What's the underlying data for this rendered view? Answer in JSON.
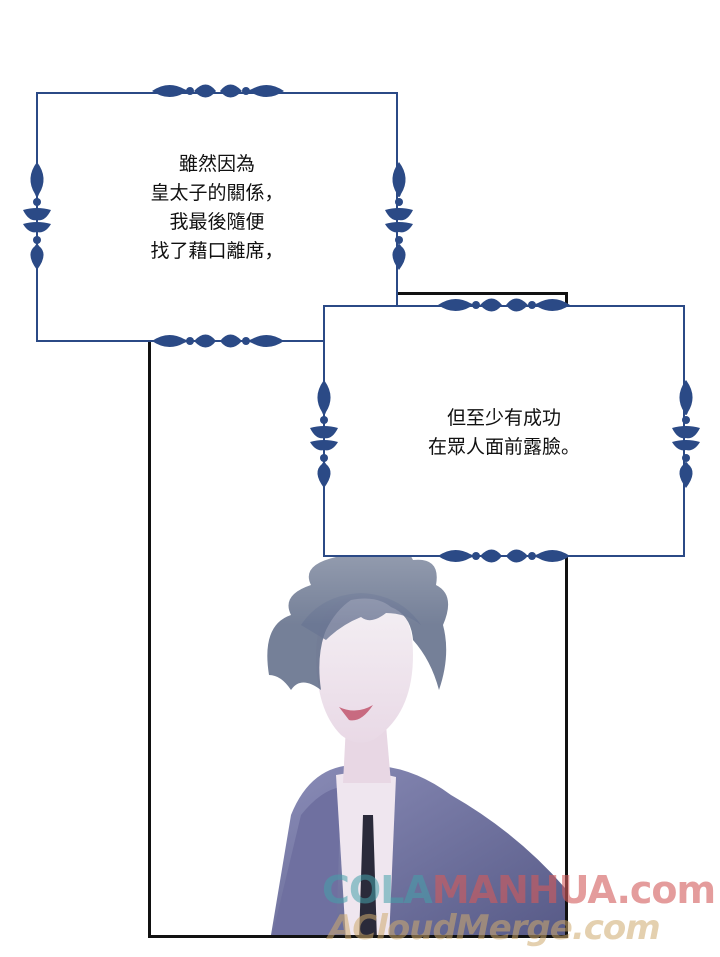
{
  "bubble_1": {
    "lines": [
      "雖然因為",
      "皇太子的關係，",
      "我最後隨便",
      "找了藉口離席，"
    ]
  },
  "bubble_2": {
    "lines": [
      "但至少有成功",
      "在眾人面前露臉。"
    ]
  },
  "watermark": {
    "line1_part1": "COLA",
    "line1_part2": "MANHUA.com",
    "line2": "ACloudMerge.com"
  },
  "colors": {
    "frame": "#2b4a86",
    "panel_border": "#111111",
    "hair": "#5d6a86",
    "jacket": "#6b6c97"
  },
  "icons": [
    "floral-ornament-icon"
  ]
}
